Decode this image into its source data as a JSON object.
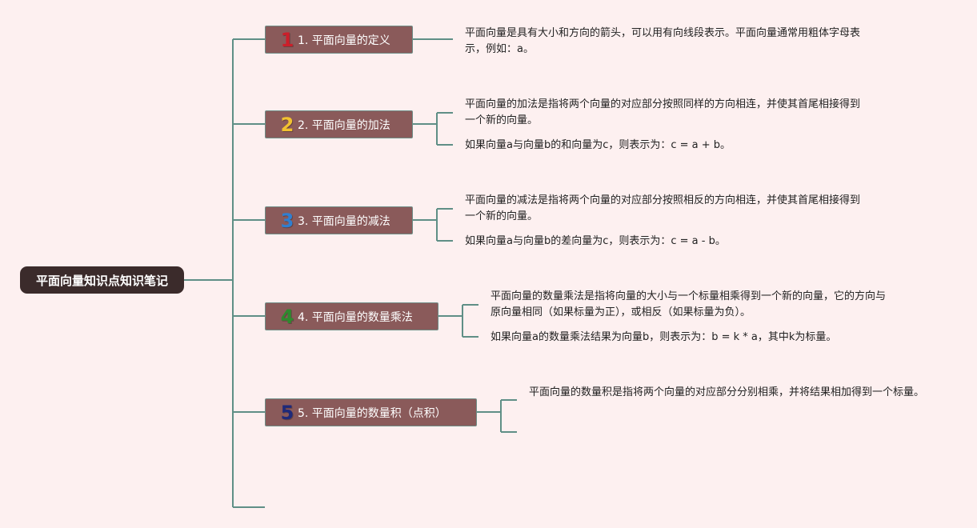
{
  "root": {
    "title": "平面向量知识点知识笔记"
  },
  "branches": [
    {
      "number": "1",
      "number_color": "#cc1f2a",
      "label": "1. 平面向量的定义",
      "notes": [
        "平面向量是具有大小和方向的箭头，可以用有向线段表示。平面向量通常用粗体字母表示，例如：a。"
      ]
    },
    {
      "number": "2",
      "number_color": "#f2c230",
      "label": "2. 平面向量的加法",
      "notes": [
        "平面向量的加法是指将两个向量的对应部分按照同样的方向相连，并使其首尾相接得到一个新的向量。",
        "如果向量a与向量b的和向量为c，则表示为：c = a + b。"
      ]
    },
    {
      "number": "3",
      "number_color": "#2f7fd1",
      "label": "3. 平面向量的减法",
      "notes": [
        "平面向量的减法是指将两个向量的对应部分按照相反的方向相连，并使其首尾相接得到一个新的向量。",
        "如果向量a与向量b的差向量为c，则表示为：c = a - b。"
      ]
    },
    {
      "number": "4",
      "number_color": "#2e8a2e",
      "label": "4. 平面向量的数量乘法",
      "notes": [
        "平面向量的数量乘法是指将向量的大小与一个标量相乘得到一个新的向量，它的方向与原向量相同（如果标量为正），或相反（如果标量为负）。",
        "如果向量a的数量乘法结果为向量b，则表示为：b = k * a，其中k为标量。"
      ]
    },
    {
      "number": "5",
      "number_color": "#1f2a7a",
      "label": "5. 平面向量的数量积（点积）",
      "notes": [
        "平面向量的数量积是指将两个向量的对应部分分别相乘，并将结果相加得到一个标量。",
        ""
      ]
    }
  ],
  "colors": {
    "background": "#fdf0f0",
    "root_bg": "#3b2b2b",
    "branch_bg": "#8a5a5a",
    "line": "#5f8f86"
  }
}
